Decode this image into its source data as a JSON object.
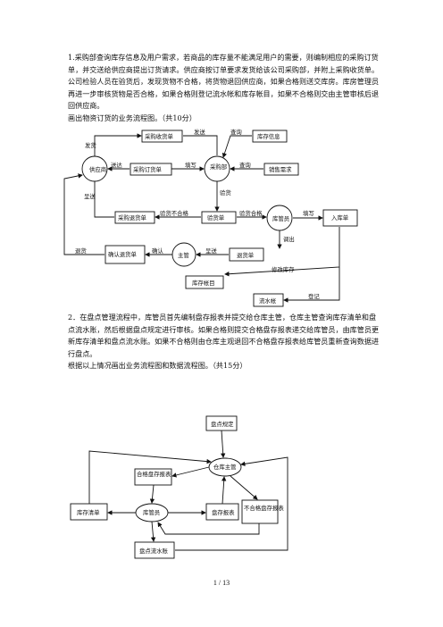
{
  "q1": {
    "text": "1.采购部查询库存信息及用户需求，若商品的库存量不能满足用户的需要，则编制相应的采购订货单，并交送给供应商提出订货请求。供应商按订单要求发货给该公司采购部，并附上采购收货单。公司检验人员在验货后，发现货物不合格，将货物退回供应商，如果合格则送交库房。库房管理员再进一步审核货物是否合格，如果合格则登记流水帐和库存帐目，如果不合格则交由主管审核后退回供应商。",
    "prompt": "画出物资订货的业务流程图。（共10分）"
  },
  "diagram1": {
    "nodes": {
      "supplier": "供应商",
      "purchasing": "采购部",
      "keeper": "库管员",
      "supervisor": "主管",
      "receipt": "采购收货单",
      "order": "采购订货单",
      "stock_info": "库存信息",
      "sales_demand": "销售需求",
      "return_doc": "采购退货单",
      "inspection": "验货单",
      "inbound": "入库单",
      "confirm_return": "确认退货单",
      "return_slip": "退货单",
      "inventory_ledger": "库存帐目",
      "journal": "流水帐"
    },
    "labels": {
      "ship_left": "发货",
      "send_top": "发送",
      "query_top": "查询",
      "deliver": "送达",
      "fill": "填写",
      "query_mid": "查询",
      "inspect": "验货",
      "deliver_return": "呈送",
      "unqualified": "验货不合格",
      "qualified": "验货合格",
      "fill2": "填写",
      "return_goods": "退货",
      "confirm": "确认",
      "deliver2": "呈送",
      "take_out": "调出",
      "modify_stock": "修改库存",
      "register": "登记"
    }
  },
  "q2": {
    "text": "2．在盘点管理流程中，库管员首先编制盘存报表并提交给仓库主管，仓库主管查询库存清单和盘点流水账，然后根据盘点规定进行审核。如果合格则提交合格盘存报表递交给库管员，由库管员更新库存清单和盘点流水账。如果不合格则由仓库主观退回不合格盘存报表给库管员重新查询数据进行盘点。",
    "prompt": "根据以上情况画出业务流程图和数据流程图。（共15分）"
  },
  "diagram2": {
    "rule": "盘点规定",
    "manager": "仓库主管",
    "qualified_report": "合格盘存报表",
    "keeper": "库管员",
    "stock_list": "库存清单",
    "report": "盘存报表",
    "unqualified_report": "不合格盘存报表",
    "journal": "盘点流水账"
  },
  "footer": {
    "page": "1 / 13"
  }
}
